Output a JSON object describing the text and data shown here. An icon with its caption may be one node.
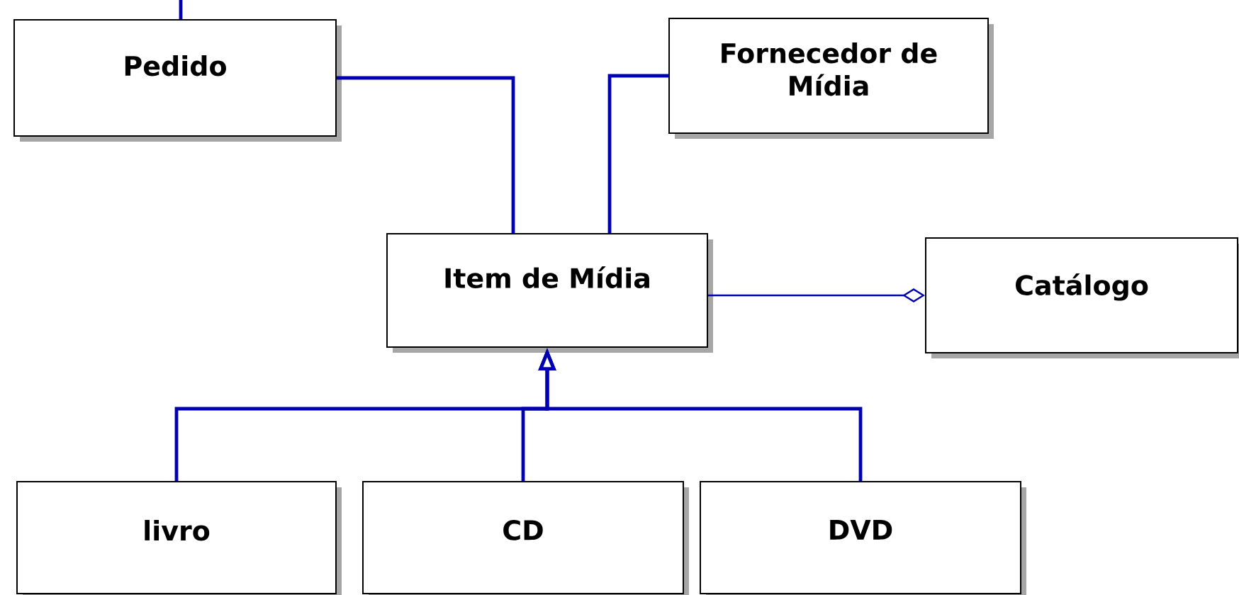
{
  "diagram": {
    "nodes": [
      {
        "text": [
          "Pedido"
        ]
      },
      {
        "text": [
          "Fornecedor de Mídia"
        ]
      },
      {
        "text": [
          "Item de Mídia"
        ]
      },
      {
        "text": [
          "Catálogo"
        ]
      },
      {
        "text": [
          "livro"
        ]
      },
      {
        "text": [
          "CD"
        ]
      },
      {
        "text": [
          "DVD"
        ]
      }
    ],
    "edges": [
      {
        "from": 0,
        "to": 2,
        "arrow": "none"
      },
      {
        "from": 1,
        "to": 2,
        "arrow": "none"
      },
      {
        "from": 2,
        "to": 3,
        "arrow": "other"
      },
      {
        "from": 4,
        "to": 2,
        "arrow": "to"
      },
      {
        "from": 5,
        "to": 2,
        "arrow": "to"
      },
      {
        "from": 6,
        "to": 2,
        "arrow": "to"
      },
      {
        "from": 0,
        "to": null,
        "arrow": "none"
      }
    ]
  }
}
